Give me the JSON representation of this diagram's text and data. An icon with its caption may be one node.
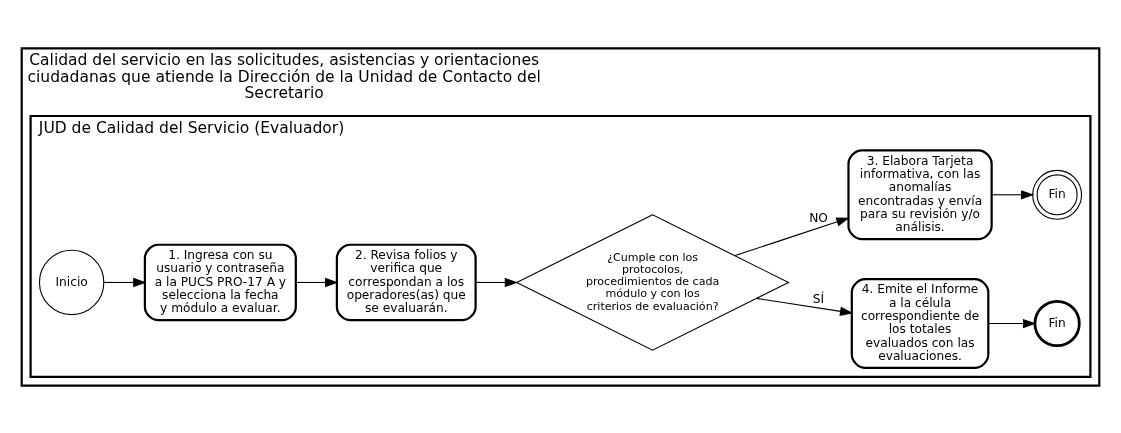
{
  "diagram": {
    "nodes": [
      {
        "text": [
          "Calidad del servicio en las solicitudes, asistencias y orientaciones ciudadanas que atiende la Dirección de la Unidad de Contacto del Secretario"
        ]
      },
      {
        "text": [
          "JUD de Calidad del Servicio (Evaluador)"
        ],
        "in": 0
      },
      {
        "text": [
          "Inicio"
        ],
        "in": 1
      },
      {
        "text": [
          "1. Ingresa con su usuario y contraseña a la PUCS PRO-17 A y selecciona la fecha y módulo a evaluar."
        ],
        "in": 1
      },
      {
        "text": [
          "2. Revisa folios y verifica que correspondan a los operadores(as) que se evaluarán."
        ],
        "in": 1
      },
      {
        "text": [
          "¿Cumple con los protocolos, procedimientos de cada módulo y con los criterios de evaluación?"
        ],
        "in": 1
      },
      {
        "text": [
          "4. Emite el Informe a la célula correspondiente de los totales evaluados con las evaluaciones."
        ],
        "in": 1
      },
      {
        "text": [
          "Fin"
        ],
        "in": 1
      },
      {
        "text": [
          "3. Elabora Tarjeta informativa, con las anomalías encontradas y envía para su revisión y/o análisis."
        ],
        "in": 1
      },
      {
        "text": [
          "Fin"
        ],
        "in": 1
      }
    ],
    "edges": [
      {
        "from": 2,
        "to": 3,
        "arrow": "to"
      },
      {
        "from": 3,
        "to": 4,
        "arrow": "to"
      },
      {
        "from": 4,
        "to": 5,
        "arrow": "to"
      },
      {
        "from": 5,
        "to": 6,
        "arrow": "to",
        "label": "SÍ"
      },
      {
        "from": 6,
        "to": 7,
        "arrow": "to"
      },
      {
        "from": 5,
        "to": 8,
        "arrow": "to",
        "label": "NO"
      },
      {
        "from": 8,
        "to": 9,
        "arrow": "to"
      }
    ]
  }
}
